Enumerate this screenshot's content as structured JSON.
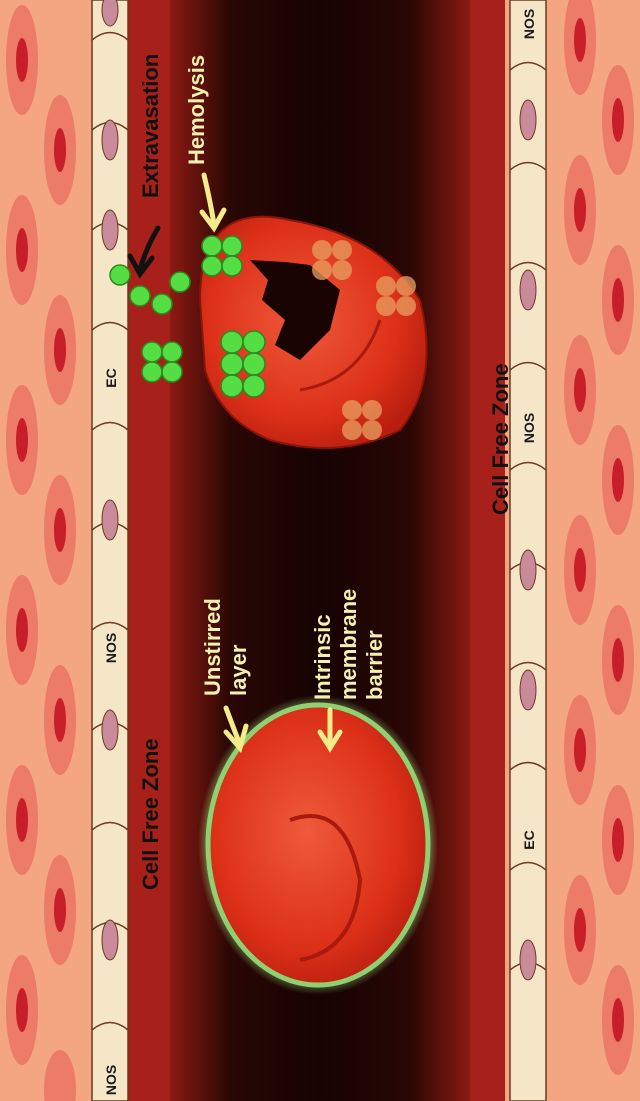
{
  "labels": {
    "extravasation": "Extravasation",
    "hemolysis": "Hemolysis",
    "unstirred_layer_line1": "Unstirred",
    "unstirred_layer_line2": "layer",
    "intrinsic_line1": "Intrinsic",
    "intrinsic_line2": "membrane",
    "intrinsic_line3": "barrier",
    "cell_free_zone_top": "Cell Free Zone",
    "cell_free_zone_bottom": "Cell Free Zone"
  },
  "endothelial_cells": {
    "top_row": [
      "NOS",
      "",
      "",
      "EC",
      "",
      "",
      "NOS",
      "",
      "",
      "",
      ""
    ],
    "bottom_row": [
      "NOS",
      "",
      "",
      "NOS",
      "",
      "",
      "",
      "",
      "EC",
      ""
    ]
  },
  "colors": {
    "tissue": "#f4a582",
    "muscle_cell": "#e8685a",
    "muscle_nucleus": "#c81e2a",
    "cell_free_zone": "#a8201a",
    "lumen": "#1a0402",
    "endothelium": "#f6e6c8",
    "ec_nucleus": "#c98a9a",
    "rbc": "#e2321c",
    "membrane_glow": "#c8f0a0",
    "hemoglobin": "#55dd44",
    "arrow_yellow": "#f2ec8a",
    "arrow_black": "#111111"
  }
}
